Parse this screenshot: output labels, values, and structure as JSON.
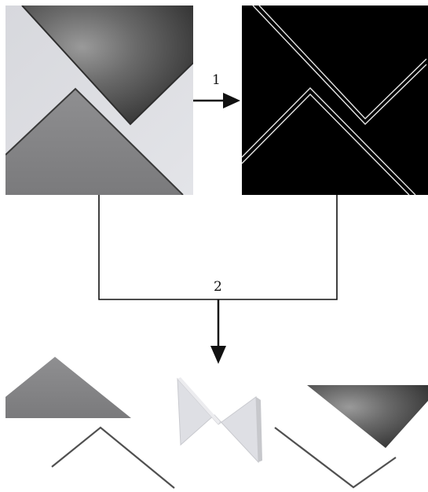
{
  "steps": [
    {
      "label": "1",
      "from": "input-image-panel",
      "to": "edge-map-panel"
    },
    {
      "label": "2",
      "from": [
        "input-image-panel",
        "edge-map-panel"
      ],
      "to": "segmented-output"
    }
  ],
  "colors": {
    "background": "#ffffff",
    "light_panel": "#dcdde2",
    "mid_gray_shape": "#8a8a8c",
    "dark_shape": "#3b3b3b",
    "edge_map_background": "#000000",
    "edge_lines": "#e6e6e6",
    "connector_lines": "#111111",
    "contour_lines": "#505050"
  }
}
